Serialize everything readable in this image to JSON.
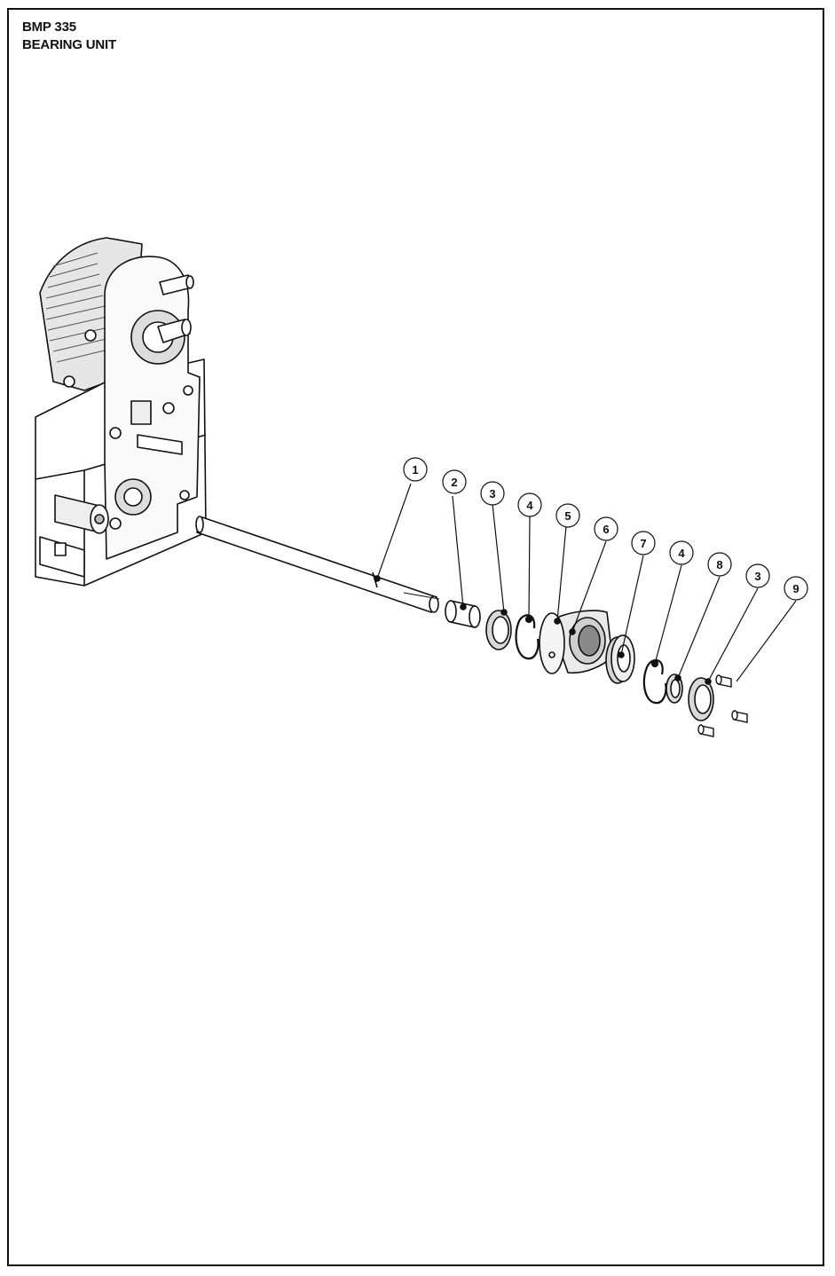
{
  "title": {
    "model": "BMP 335",
    "name": "BEARING UNIT"
  },
  "callouts": [
    {
      "id": "callout-1",
      "label": "1",
      "part": "shaft"
    },
    {
      "id": "callout-2",
      "label": "2",
      "part": "bushing"
    },
    {
      "id": "callout-3a",
      "label": "3",
      "part": "washer"
    },
    {
      "id": "callout-4a",
      "label": "4",
      "part": "retaining-ring"
    },
    {
      "id": "callout-5",
      "label": "5",
      "part": "bearing-housing"
    },
    {
      "id": "callout-6",
      "label": "6",
      "part": "housing-bore"
    },
    {
      "id": "callout-7",
      "label": "7",
      "part": "bearing"
    },
    {
      "id": "callout-4b",
      "label": "4",
      "part": "retaining-ring"
    },
    {
      "id": "callout-8",
      "label": "8",
      "part": "spacer-ring"
    },
    {
      "id": "callout-3b",
      "label": "3",
      "part": "washer"
    },
    {
      "id": "callout-9",
      "label": "9",
      "part": "screw"
    }
  ],
  "colors": {
    "line": "#111111",
    "fill": "#ffffff",
    "shade": "#cfcfcf",
    "dark": "#8a8a8a"
  }
}
